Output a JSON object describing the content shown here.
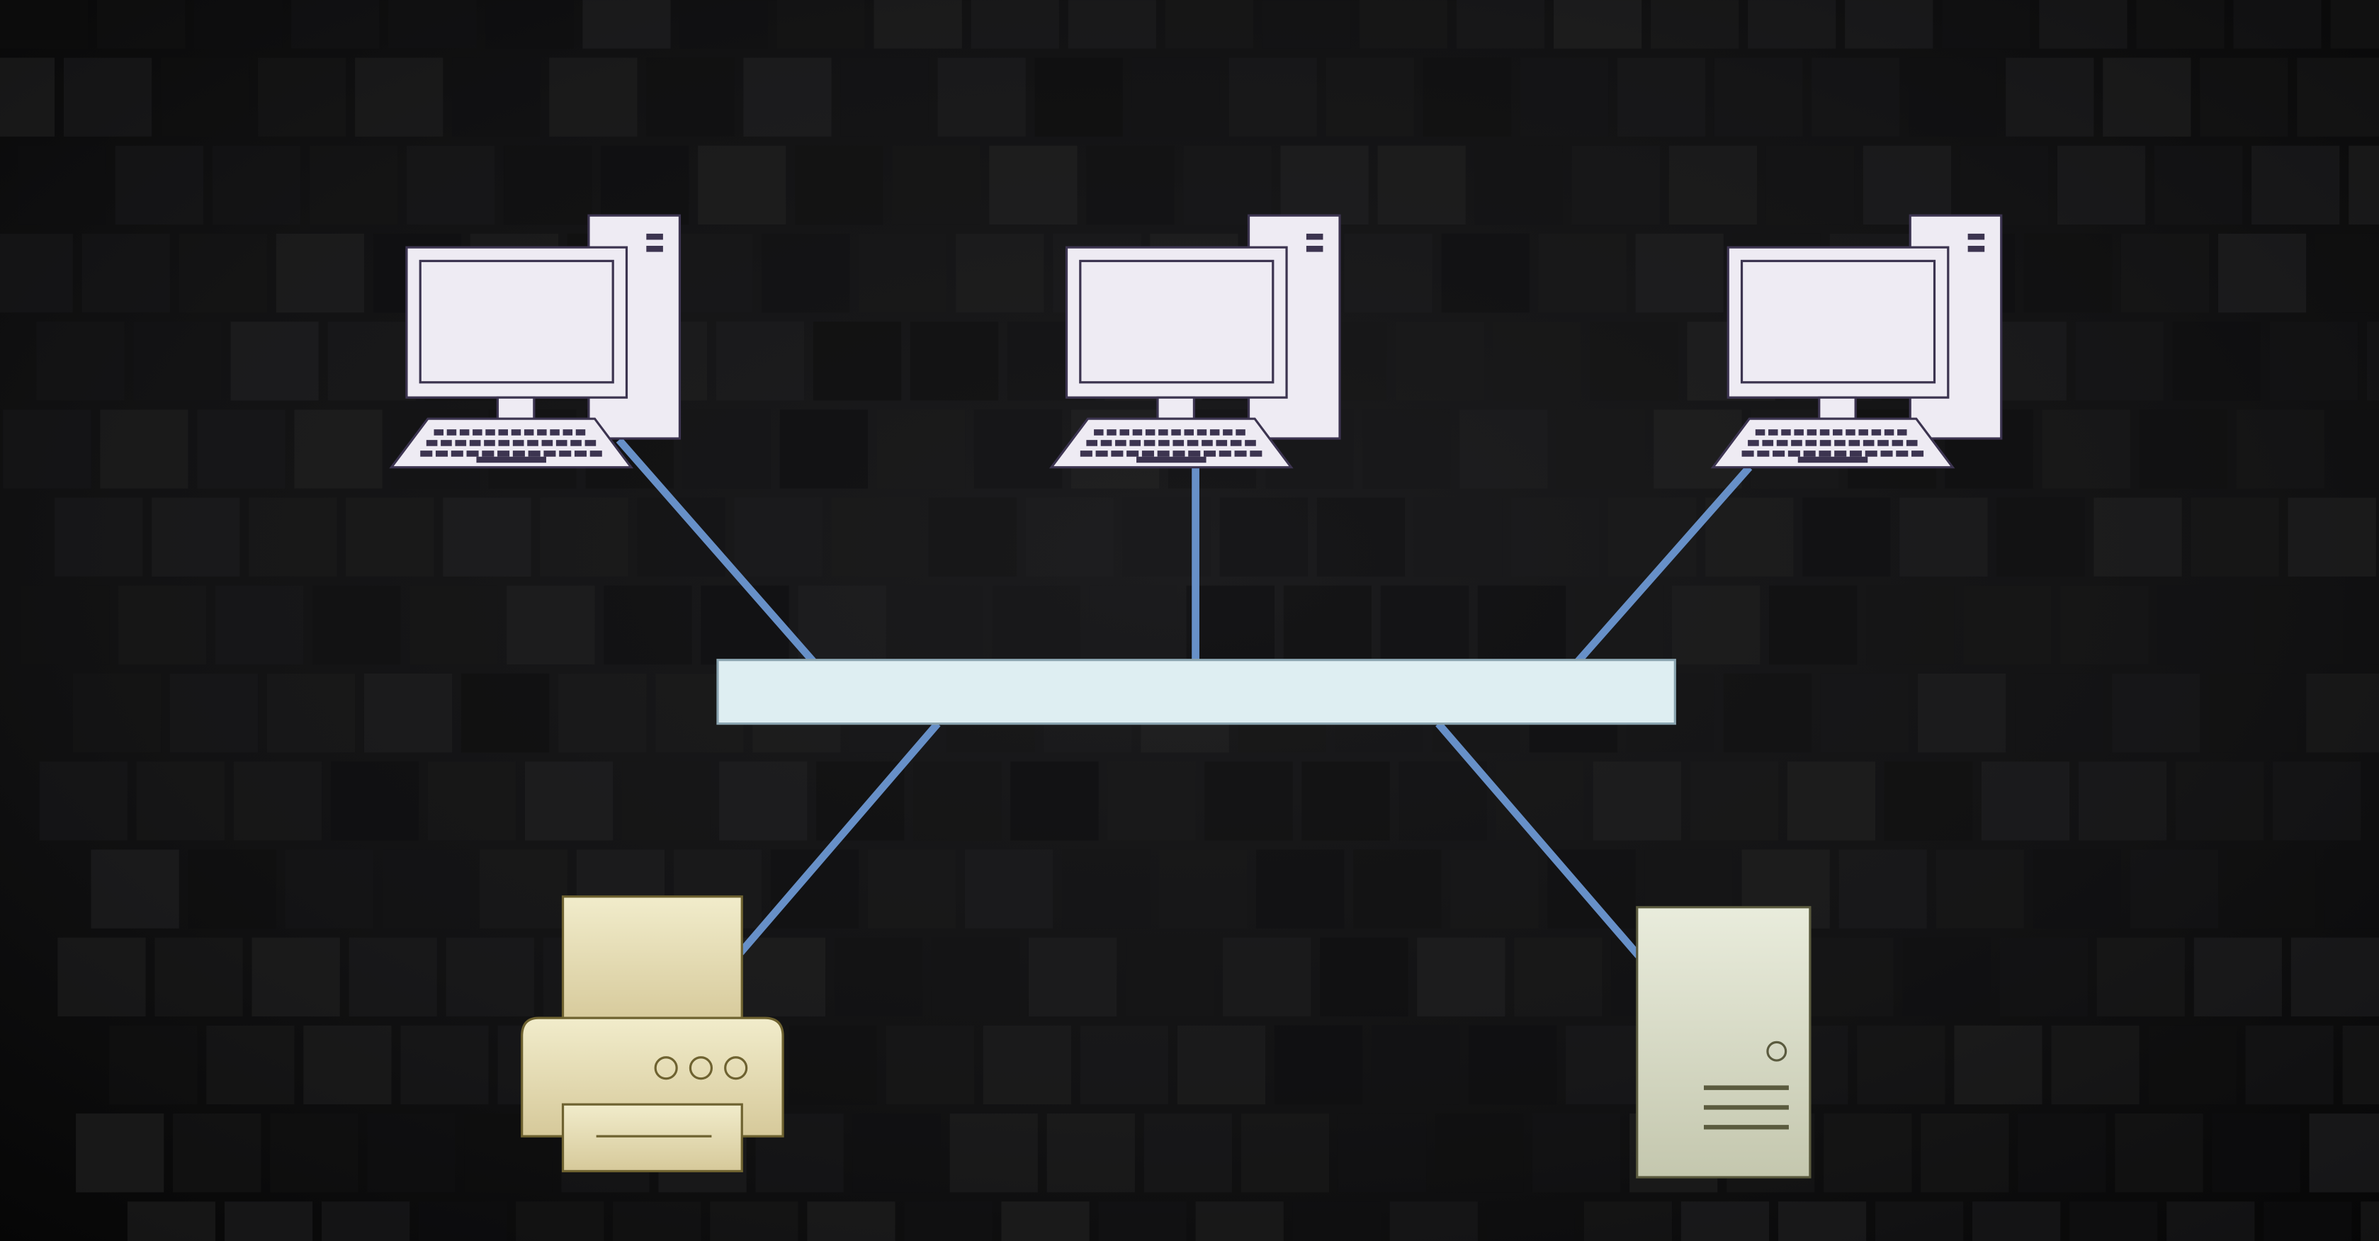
{
  "diagram": {
    "type": "network-topology",
    "topology": "star",
    "hub": {
      "name": "network-switch",
      "icon": "switch-bar",
      "fill": "#deeef2",
      "stroke": "#8aa4b0"
    },
    "nodes": [
      {
        "id": "pc-1",
        "icon": "desktop-computer-icon"
      },
      {
        "id": "pc-2",
        "icon": "desktop-computer-icon"
      },
      {
        "id": "pc-3",
        "icon": "desktop-computer-icon"
      },
      {
        "id": "printer",
        "icon": "printer-icon"
      },
      {
        "id": "server",
        "icon": "server-tower-icon"
      }
    ],
    "links": [
      {
        "from": "pc-1",
        "to": "network-switch"
      },
      {
        "from": "pc-2",
        "to": "network-switch"
      },
      {
        "from": "pc-3",
        "to": "network-switch"
      },
      {
        "from": "printer",
        "to": "network-switch"
      },
      {
        "from": "server",
        "to": "network-switch"
      }
    ]
  },
  "colors": {
    "background": "#0c0c0d",
    "link": "#6790c8",
    "computer_fill": "#eeebf3",
    "computer_stroke": "#3c3450",
    "printer_fill_top": "#f1eccb",
    "printer_fill_bottom": "#d6c99a",
    "printer_stroke": "#6e6230",
    "server_fill_top": "#e9ecdc",
    "server_fill_bottom": "#c4c7ae",
    "server_stroke": "#5a5a3e"
  }
}
